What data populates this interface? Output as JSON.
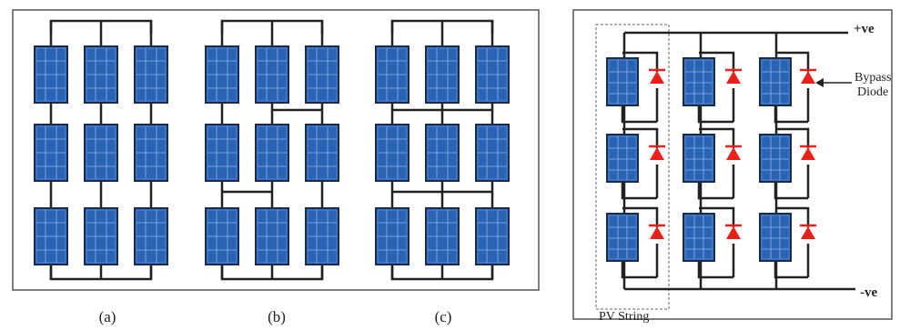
{
  "left_panel": {
    "captions": [
      "(a)",
      "(b)",
      "(c)"
    ]
  },
  "right_panel": {
    "pos_label": "+ve",
    "neg_label": "-ve",
    "bypass_label_line1": "Bypass",
    "bypass_label_line2": "Diode",
    "string_label": "PV String"
  },
  "colors": {
    "panel_fill": "#2a63b4",
    "panel_edge": "#1b2a48",
    "panel_grid": "#8fb3e6",
    "wire": "#222222",
    "diode": "#e8201a",
    "frame": "#555555"
  },
  "icons": [
    "pv-module-icon",
    "bypass-diode-icon"
  ]
}
